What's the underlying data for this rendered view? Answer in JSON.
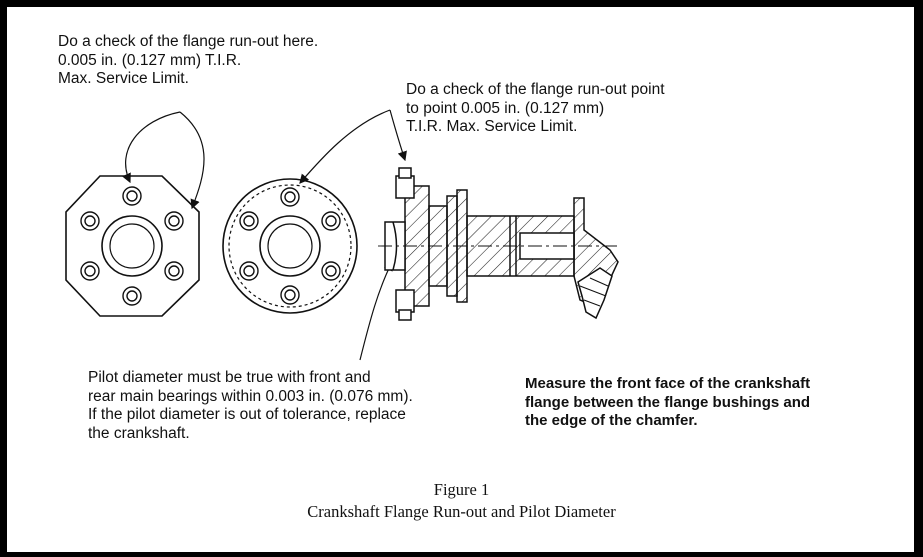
{
  "notes": {
    "check_here": [
      "Do a check of the flange run-out here.",
      "0.005 in. (0.127 mm) T.I.R.",
      "Max. Service Limit."
    ],
    "check_point": [
      "Do a check of the flange run-out point",
      "to point 0.005 in. (0.127 mm)",
      "T.I.R. Max. Service Limit."
    ],
    "pilot": [
      "Pilot diameter must be true with front and",
      "rear main bearings within 0.003 in. (0.076 mm).",
      "If the pilot diameter is out of tolerance, replace",
      "the crankshaft."
    ],
    "measure": [
      "Measure the front face of the crankshaft",
      "flange between the flange bushings and",
      "the edge of the chamfer."
    ]
  },
  "caption": {
    "number": "Figure 1",
    "title": "Crankshaft Flange Run-out and Pilot Diameter"
  },
  "colors": {
    "ink": "#111111",
    "border": "#000000",
    "background": "#ffffff"
  }
}
